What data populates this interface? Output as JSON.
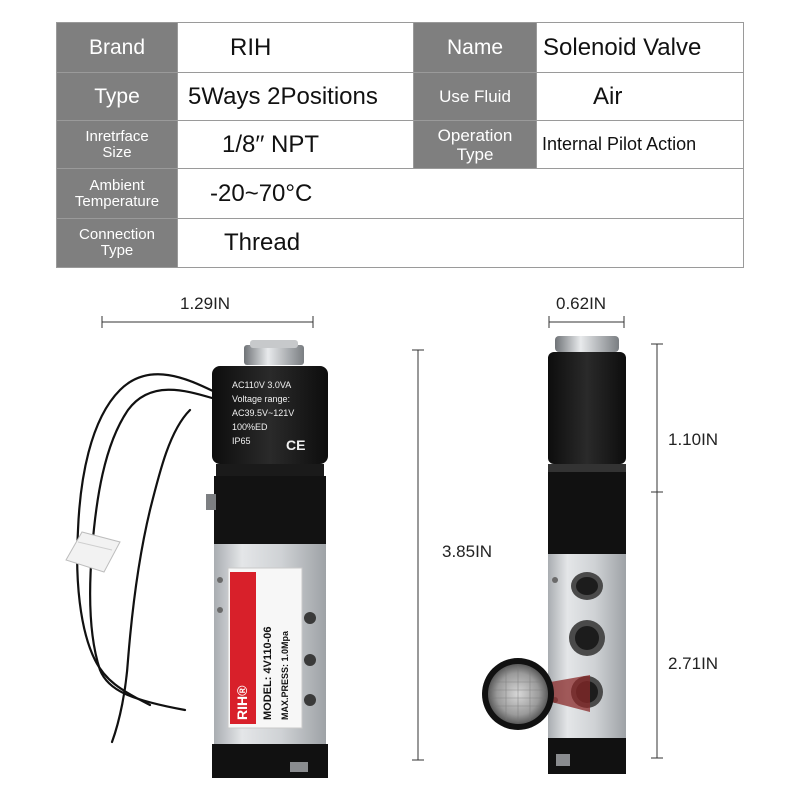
{
  "spec_table": {
    "rows": [
      {
        "label": "Brand",
        "value": "RIH",
        "label2": "Name",
        "value2": "Solenoid Valve"
      },
      {
        "label": "Type",
        "value": "5Ways 2Positions",
        "label2": "Use Fluid",
        "value2": "Air"
      },
      {
        "label_line1": "Inretrface",
        "label_line2": "Size",
        "value": "1/8′′ NPT",
        "label2_line1": "Operation",
        "label2_line2": "Type",
        "value2": "Internal Pilot Action"
      },
      {
        "label_line1": "Ambient",
        "label_line2": "Temperature",
        "value": "-20~70°C"
      },
      {
        "label_line1": "Connection",
        "label_line2": "Type",
        "value": "Thread"
      }
    ]
  },
  "dimensions": {
    "width_front": "1.29IN",
    "width_side": "0.62IN",
    "height_total": "3.85IN",
    "height_coil": "1.10IN",
    "height_body": "2.71IN"
  },
  "coil_markings": {
    "line1": "AC110V  3.0VA",
    "line2": "Voltage  range:",
    "line3": "AC39.5V~121V",
    "line4": "100%ED",
    "line5": "IP65",
    "mark": "CE"
  },
  "valve_label": {
    "brand": "RIH®",
    "model": "MODEL: 4V110-06",
    "pressure": "MAX.PRESS: 1.0Mpa"
  },
  "colors": {
    "label_bg": "#7f7f7f",
    "label_text": "#ffffff",
    "border": "#9a9a9a",
    "brand_red": "#d8202a",
    "body_black": "#141414",
    "aluminum": "#cfd2d5",
    "magnifier_red": "#8a2a2a"
  }
}
